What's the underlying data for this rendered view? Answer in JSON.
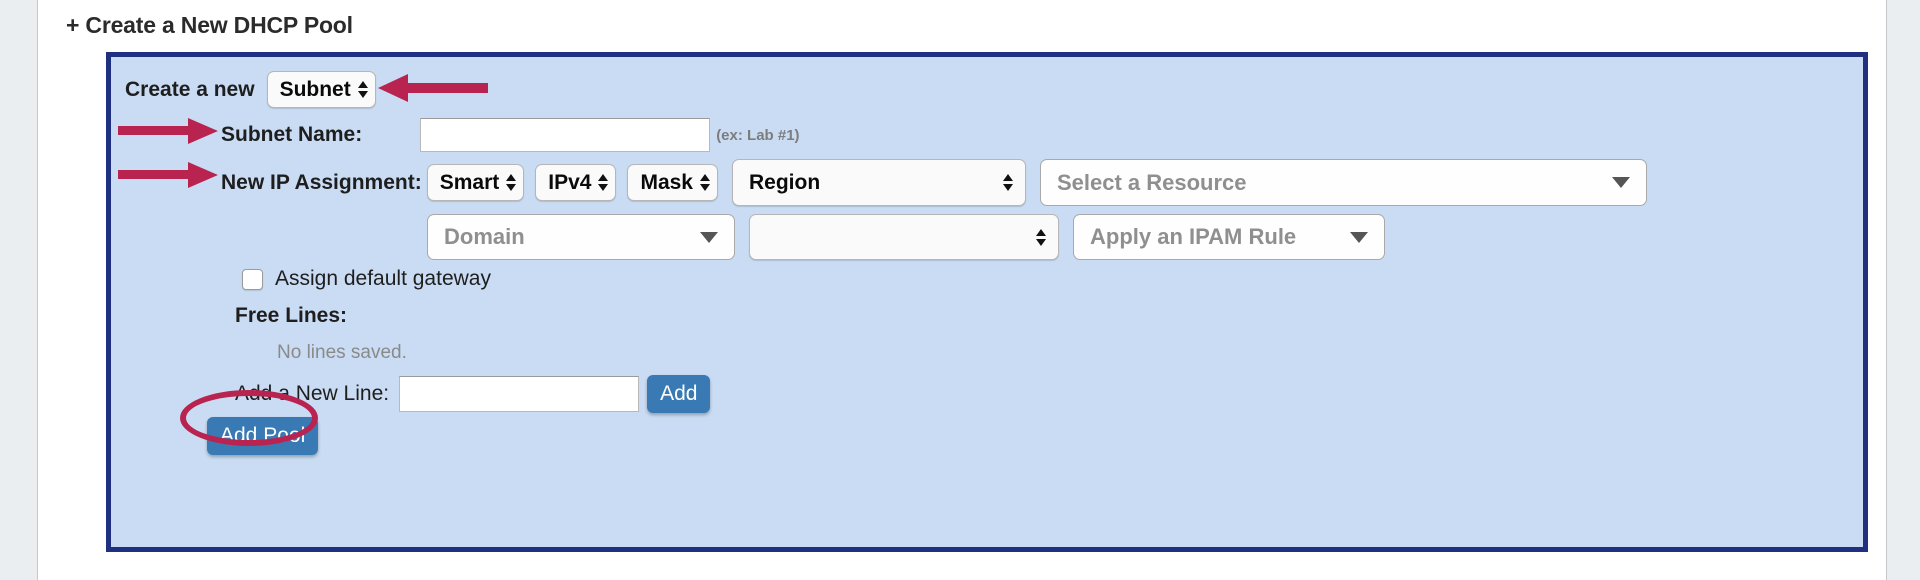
{
  "page": {
    "section_title": "+ Create a New DHCP Pool"
  },
  "form": {
    "create_a_new_label": "Create a new",
    "object_type_value": "Subnet",
    "subnet_name_label": "Subnet Name:",
    "subnet_name_value": "",
    "subnet_name_hint": "(ex: Lab #1)",
    "ip_assignment_label": "New IP Assignment:",
    "assignment_mode": "Smart",
    "ip_version": "IPv4",
    "mask_mode": "Mask",
    "scope_type": "Region",
    "resource_placeholder": "Select a Resource",
    "domain_placeholder": "Domain",
    "domain_detail_value": "",
    "ipam_rule_placeholder": "Apply an IPAM Rule",
    "assign_gateway_label": "Assign default gateway",
    "assign_gateway_checked": false,
    "free_lines_label": "Free Lines:",
    "no_lines_text": "No lines saved.",
    "add_line_label": "Add a New Line:",
    "add_line_value": "",
    "add_line_button": "Add",
    "add_pool_button": "Add Pool"
  },
  "annotations": {
    "arrow_object_type": "arrow-pointing-to-object-type-select",
    "arrow_subnet_name": "arrow-pointing-to-subnet-name-label",
    "arrow_ip_assignment": "arrow-pointing-to-ip-assignment-label",
    "ellipse_add_pool": "ellipse-highlighting-add-pool-button"
  },
  "colors": {
    "panel_background": "#c9dcf3",
    "panel_border": "#1f3080",
    "button_blue": "#3a7ab4",
    "annotation_crimson": "#b8244f",
    "gutter_grey": "#eaeef0"
  }
}
